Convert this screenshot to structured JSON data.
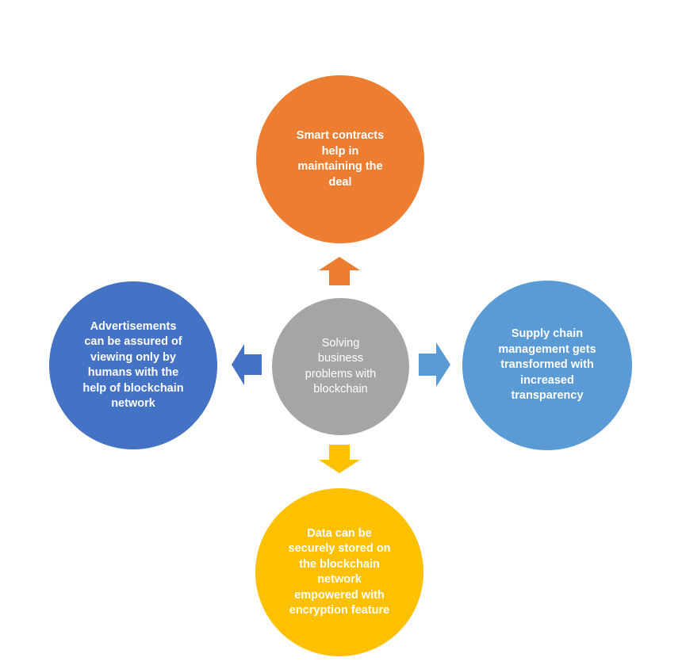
{
  "colors": {
    "center": "#a5a5a5",
    "top": "#ed7d31",
    "right": "#5b9bd5",
    "bottom": "#ffc000",
    "left": "#4472c4",
    "text": "#ffffff"
  },
  "center": {
    "lines": [
      "Solving",
      "business",
      "problems with",
      "blockchain"
    ]
  },
  "nodes": {
    "top": {
      "lines": [
        "Smart contracts",
        "help in",
        "maintaining the",
        "deal"
      ]
    },
    "right": {
      "lines": [
        "Supply chain",
        "management gets",
        "transformed with",
        "increased",
        "transparency"
      ]
    },
    "bottom": {
      "lines": [
        "Data can be",
        "securely stored on",
        "the blockchain",
        "network",
        "empowered with",
        "encryption feature"
      ]
    },
    "left": {
      "lines": [
        "Advertisements",
        "can be assured of",
        "viewing only by",
        "humans with the",
        "help of blockchain",
        "network"
      ]
    }
  },
  "arrows": {
    "up": "arrow-up-icon",
    "right": "arrow-right-icon",
    "down": "arrow-down-icon",
    "left": "arrow-left-icon"
  }
}
